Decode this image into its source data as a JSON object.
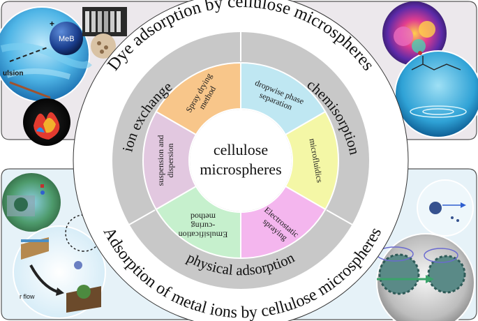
{
  "outer_ring": {
    "top": "Dye adsorption by cellulose microspheres",
    "bottom": "Adsorption of metal ions by cellulose microspheres"
  },
  "middle_ring": {
    "ion_exchange": "ion exchange",
    "chemisorption": "chemisorption",
    "physical_adsorption": "physical adsorption"
  },
  "inner_ring": {
    "segments": [
      {
        "id": "spray",
        "lines": [
          "Spray drying",
          "method"
        ],
        "color": "#f8c68a"
      },
      {
        "id": "dropwise",
        "lines": [
          "dropwise phase",
          "separation"
        ],
        "color": "#bfe7f2"
      },
      {
        "id": "microfluidics",
        "lines": [
          "microfluidics"
        ],
        "color": "#f4f7a6"
      },
      {
        "id": "electrostatic",
        "lines": [
          "Electrostatic",
          "spraying"
        ],
        "color": "#f4b6ee"
      },
      {
        "id": "emulsification",
        "lines": [
          "Emulsification",
          "-curing",
          "method"
        ],
        "color": "#c6f0cd"
      },
      {
        "id": "suspension",
        "lines": [
          "suspension and",
          "dispersion"
        ],
        "color": "#e2c8e0"
      }
    ]
  },
  "center": {
    "lines": [
      "cellulose",
      "microspheres"
    ]
  },
  "image_labels": {
    "meb": "MeB",
    "emulsion": "ulsion",
    "flow": "r flow"
  },
  "colors": {
    "outer_ring": "#ffffff",
    "middle_ring": "#c8c8c8",
    "center": "#ffffff",
    "panel_border": "#555555",
    "panel_top": "#ece8ec",
    "panel_bottom": "#e6f2f8"
  }
}
